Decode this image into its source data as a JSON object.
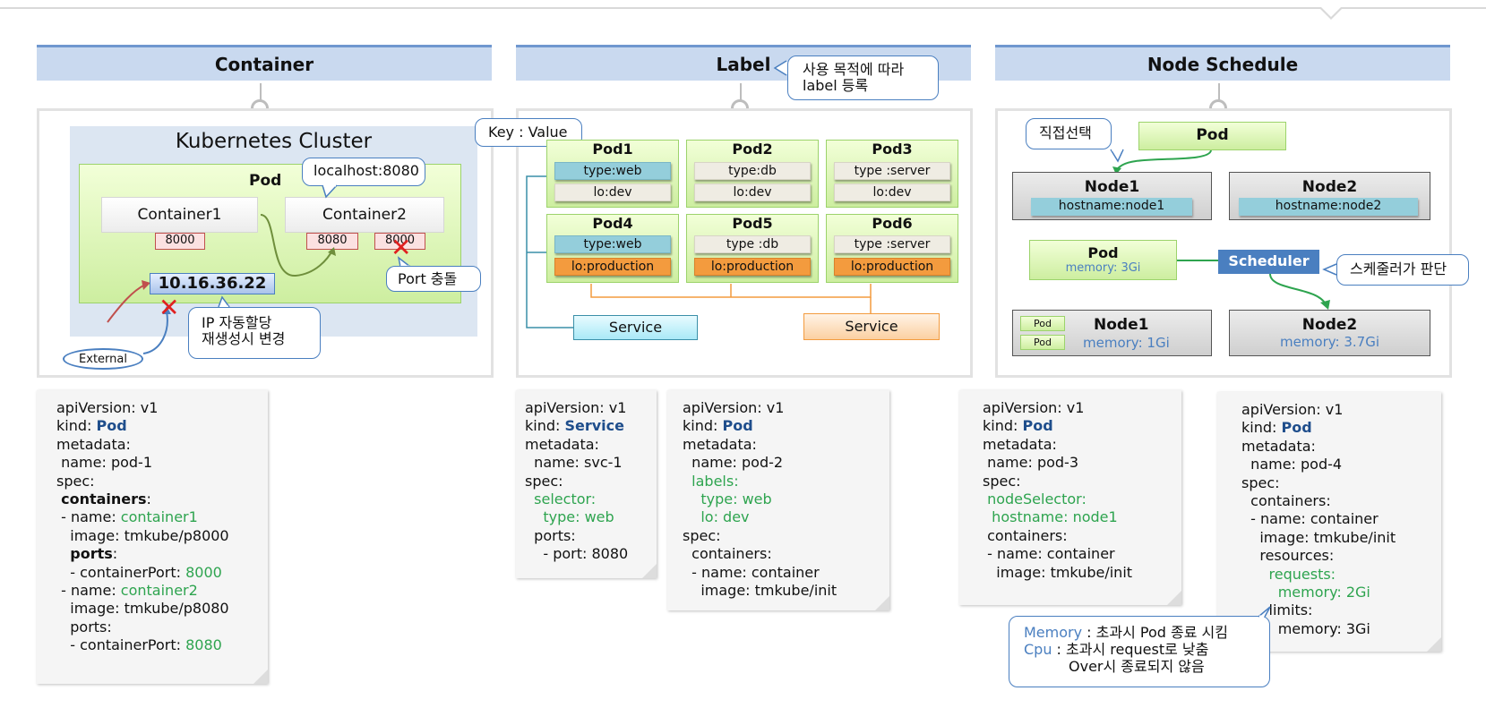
{
  "headers": {
    "container": "Container",
    "label": "Label",
    "node_schedule": "Node Schedule"
  },
  "container_panel": {
    "cluster_title": "Kubernetes Cluster",
    "pod_title": "Pod",
    "container1": "Container1",
    "container2": "Container2",
    "port_c1": "8000",
    "port_c2a": "8080",
    "port_c2b": "8000",
    "localhost_callout": "localhost:8080",
    "ip": "10.16.36.22",
    "port_conflict": "Port 충돌",
    "ip_callout_line1": "IP 자동할당",
    "ip_callout_line2": "재생성시 변경",
    "external": "External"
  },
  "label_panel": {
    "callout_line1": "사용 목적에 따라",
    "callout_line2": "label 등록",
    "key_value": "Key : Value",
    "pods": [
      {
        "name": "Pod1",
        "type": "type:web",
        "lo": "lo:dev"
      },
      {
        "name": "Pod2",
        "type": "type:db",
        "lo": "lo:dev"
      },
      {
        "name": "Pod3",
        "type": "type :server",
        "lo": "lo:dev"
      },
      {
        "name": "Pod4",
        "type": "type:web",
        "lo": "lo:production"
      },
      {
        "name": "Pod5",
        "type": "type :db",
        "lo": "lo:production"
      },
      {
        "name": "Pod6",
        "type": "type :server",
        "lo": "lo:production"
      }
    ],
    "service_left": "Service",
    "service_right": "Service"
  },
  "node_panel": {
    "direct_select": "직접선택",
    "pod_top": "Pod",
    "node1_top": "Node1",
    "node1_host": "hostname:node1",
    "node2_top": "Node2",
    "node2_host": "hostname:node2",
    "pod_mid": "Pod",
    "pod_mid_mem": "memory: 3Gi",
    "scheduler": "Scheduler",
    "scheduler_callout": "스케줄러가 판단",
    "node1_bottom": "Node1",
    "node1_bottom_mem": "memory: 1Gi",
    "small_pod1": "Pod",
    "small_pod2": "Pod",
    "node2_bottom": "Node2",
    "node2_bottom_mem": "memory: 3.7Gi"
  },
  "yaml_pod1": {
    "l1": "apiVersion: v1",
    "l2a": "kind: ",
    "l2b": "Pod",
    "l3": "metadata:",
    "l4": " name: pod-1",
    "l5": "spec:",
    "l6a": " ",
    "l6b": "containers",
    "l6c": ":",
    "l7a": " - name: ",
    "l7b": "container1",
    "l8": "   image: tmkube/p8000",
    "l9a": "   ",
    "l9b": "ports",
    "l9c": ":",
    "l10a": "   - containerPort: ",
    "l10b": "8000",
    "l11a": " - name: ",
    "l11b": "container2",
    "l12": "   image: tmkube/p8080",
    "l13": "   ports:",
    "l14a": "   - containerPort: ",
    "l14b": "8080"
  },
  "yaml_svc1": {
    "l1": "apiVersion: v1",
    "l2a": "kind: ",
    "l2b": "Service",
    "l3": "metadata:",
    "l4": "  name: svc-1",
    "l5": "spec:",
    "l6": "  selector:",
    "l7": "    type: web",
    "l8": "  ports:",
    "l9": "    - port: 8080"
  },
  "yaml_pod2": {
    "l1": "apiVersion: v1",
    "l2a": "kind: ",
    "l2b": "Pod",
    "l3": "metadata:",
    "l4": "  name: pod-2",
    "l5": "  labels:",
    "l6": "    type: web",
    "l7": "    lo: dev",
    "l8": "spec:",
    "l9": "  containers:",
    "l10": "  - name: container",
    "l11": "    image: tmkube/init"
  },
  "yaml_pod3": {
    "l1": "apiVersion: v1",
    "l2a": "kind: ",
    "l2b": "Pod",
    "l3": "metadata:",
    "l4": " name: pod-3",
    "l5": "spec:",
    "l6": " nodeSelector:",
    "l7": "  hostname: node1",
    "l8": " containers:",
    "l9": " - name: container",
    "l10": "   image: tmkube/init"
  },
  "yaml_pod4": {
    "l1": "apiVersion: v1",
    "l2a": "kind: ",
    "l2b": "Pod",
    "l3": "metadata:",
    "l4": "  name: pod-4",
    "l5": "spec:",
    "l6": "  containers:",
    "l7": "  - name: container",
    "l8": "    image: tmkube/init",
    "l9": "    resources:",
    "l10": "      requests:",
    "l11": "        memory: 2Gi",
    "l12": "      limits:",
    "l13": "        memory: 3Gi"
  },
  "memory_note": {
    "mem_key": "Memory",
    "mem_val": " : 초과시 Pod 종료 시킴",
    "cpu_key": "Cpu",
    "cpu_val": " : 초과시 request로 낮춤",
    "cpu_val2": "Over시 종료되지 않음"
  },
  "colors": {
    "accent_blue": "#4a7fc0",
    "keyword": "#1f4e8c",
    "green": "#2ea44f",
    "header_bg": "#c9d9ef"
  }
}
